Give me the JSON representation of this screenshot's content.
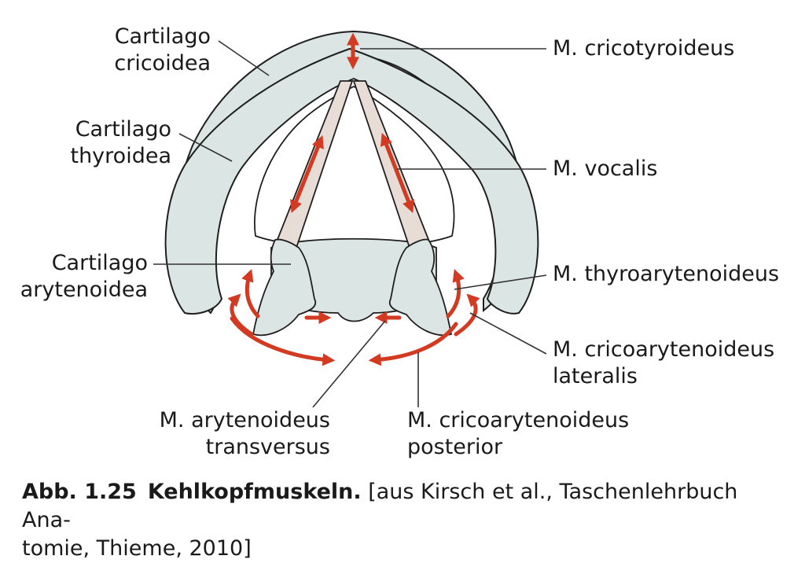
{
  "labels": {
    "cricoidea": [
      "Cartilago",
      "cricoidea"
    ],
    "thyroidea": [
      "Cartilago",
      "thyroidea"
    ],
    "arytenoidea": [
      "Cartilago",
      "arytenoidea"
    ],
    "cricotyroideus": "M. cricotyroideus",
    "vocalis": "M. vocalis",
    "thyroarytenoideus": "M. thyroarytenoideus",
    "crico_lateralis": [
      "M. cricoarytenoideus",
      "lateralis"
    ],
    "arytenoideus_transversus": [
      "M. arytenoideus",
      "transversus"
    ],
    "crico_posterior": [
      "M. cricoarytenoideus",
      "posterior"
    ]
  },
  "caption": {
    "number": "Abb. 1.25",
    "title": "Kehlkopfmuskeln.",
    "source_line1": "[aus Kirsch et al., Taschenlehrbuch Ana-",
    "source_line2": "tomie, Thieme, 2010]"
  },
  "colors": {
    "cartilage_fill": "#dbe5e3",
    "outline": "#1f1f1f",
    "muscle_fill": "#e8dcd6",
    "arrow": "#d23a22",
    "leader": "#333333"
  }
}
